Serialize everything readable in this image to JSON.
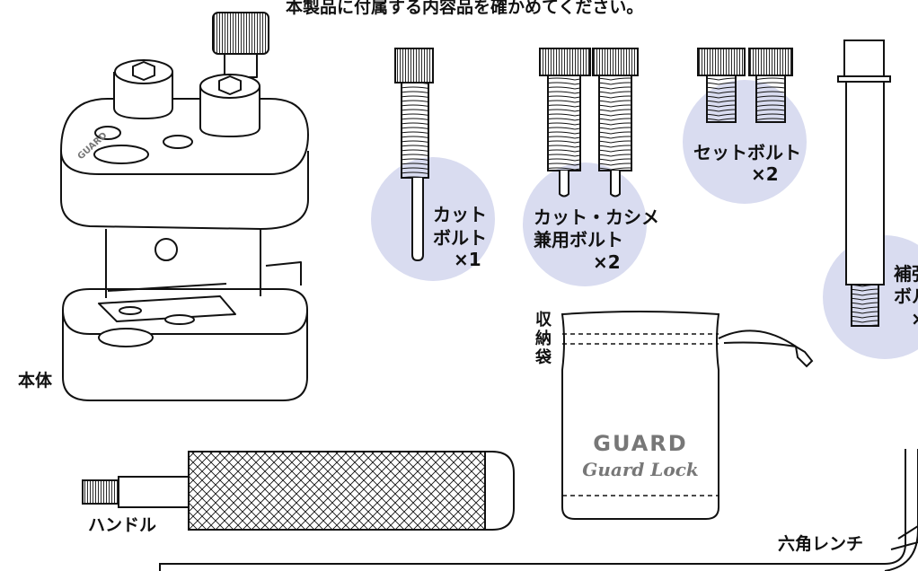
{
  "header": "本製品に付属する内容品を確かめてください。",
  "parts": {
    "body": "本体",
    "cut_bolt": {
      "name": [
        "カット",
        "ボルト"
      ],
      "qty": "×1"
    },
    "cut_rivet_bolt": {
      "name": [
        "カット・カシメ",
        "兼用ボルト"
      ],
      "qty": "×2"
    },
    "set_bolt": {
      "name": "セットボルト",
      "qty": "×2"
    },
    "reinforce_bolt": {
      "name": [
        "補強",
        "ボル"
      ],
      "qty": "×"
    },
    "pouch": "収納袋",
    "handle": "ハンドル",
    "hex_wrench": "六角レンチ"
  },
  "pouch_print": {
    "logo": "GUARD",
    "brand": "Guard Lock"
  },
  "colors": {
    "circle": "#d9dcf0",
    "line": "#111111",
    "print": "#777777"
  }
}
